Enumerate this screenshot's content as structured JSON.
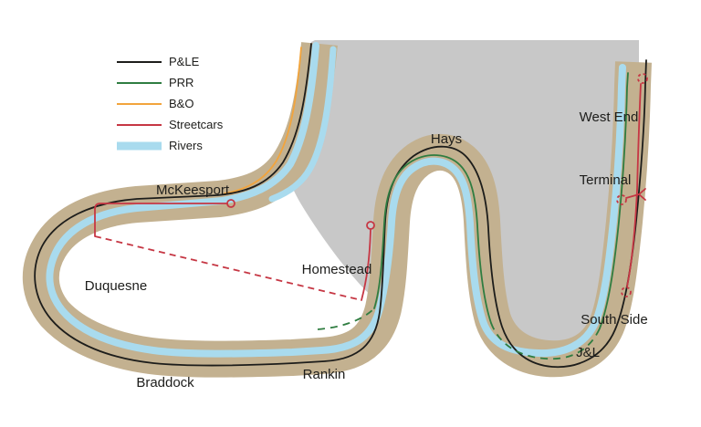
{
  "map": {
    "labels": {
      "mckeesport": "McKeesport",
      "duquesne": "Duquesne",
      "braddock": "Braddock",
      "rankin": "Rankin",
      "homestead": "Homestead",
      "hays": "Hays",
      "west_end": "West End",
      "terminal": "Terminal",
      "south_side": "South Side",
      "jl": "J&L"
    },
    "colors": {
      "background": "#ffffff",
      "land": "#c8c8c8",
      "shore": "#c3b190",
      "river": "#a9dbee",
      "ple": "#1d1d1b",
      "prr": "#2f7d41",
      "bo": "#f2a43c",
      "streetcars": "#c63744",
      "text": "#1d1d1b"
    }
  },
  "legend": {
    "items": [
      {
        "label": "P&LE",
        "color": "#1d1d1b",
        "kind": "rail"
      },
      {
        "label": "PRR",
        "color": "#2f7d41",
        "kind": "rail"
      },
      {
        "label": "B&O",
        "color": "#f2a43c",
        "kind": "rail"
      },
      {
        "label": "Streetcars",
        "color": "#c63744",
        "kind": "rail"
      },
      {
        "label": "Rivers",
        "color": "#a9dbee",
        "kind": "river"
      }
    ]
  }
}
